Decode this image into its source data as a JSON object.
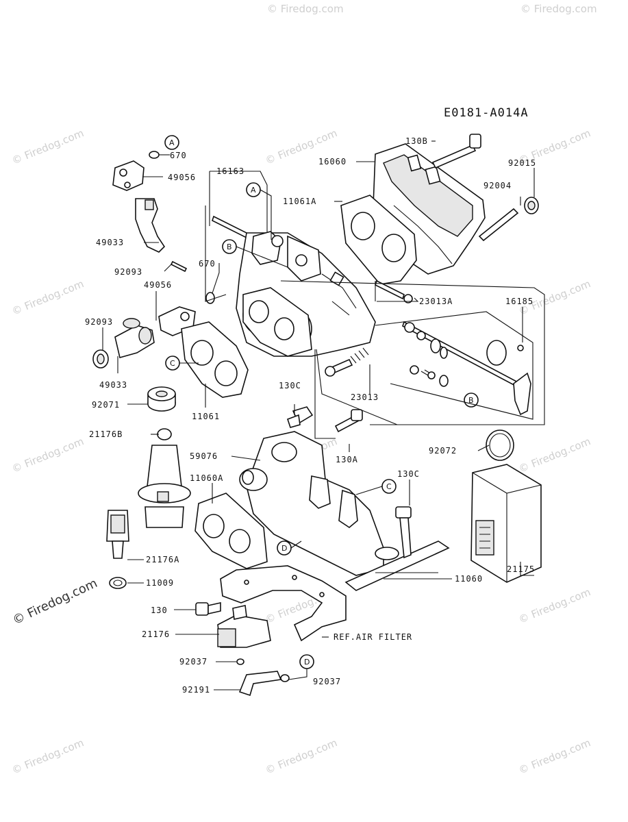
{
  "diagram_code": "E0181-A014A",
  "watermark": "© Firedog.com",
  "callouts": {
    "A": "A",
    "B": "B",
    "C": "C",
    "D": "D"
  },
  "labels": {
    "p670a": "670",
    "p49056a": "49056",
    "p16163": "16163",
    "p16060": "16060",
    "p130b": "130B",
    "p92015": "92015",
    "p92004": "92004",
    "p11061a": "11061A",
    "p49033a": "49033",
    "p92093a": "92093",
    "p670b": "670",
    "p49056b": "49056",
    "p92093b": "92093",
    "p23013a": "23013A",
    "p16185": "16185",
    "p49033b": "49033",
    "p92071": "92071",
    "p11061": "11061",
    "p23013": "23013",
    "p130c_a": "130C",
    "p21176b": "21176B",
    "p59076": "59076",
    "p130a": "130A",
    "p92072": "92072",
    "p11060a": "11060A",
    "p130c_b": "130C",
    "p21176a": "21176A",
    "p11009": "11009",
    "p11060": "11060",
    "p21175": "21175",
    "p130": "130",
    "p21176": "21176",
    "ref_air_filter": "REF.AIR FILTER",
    "p92037a": "92037",
    "p92037b": "92037",
    "p92191": "92191"
  }
}
